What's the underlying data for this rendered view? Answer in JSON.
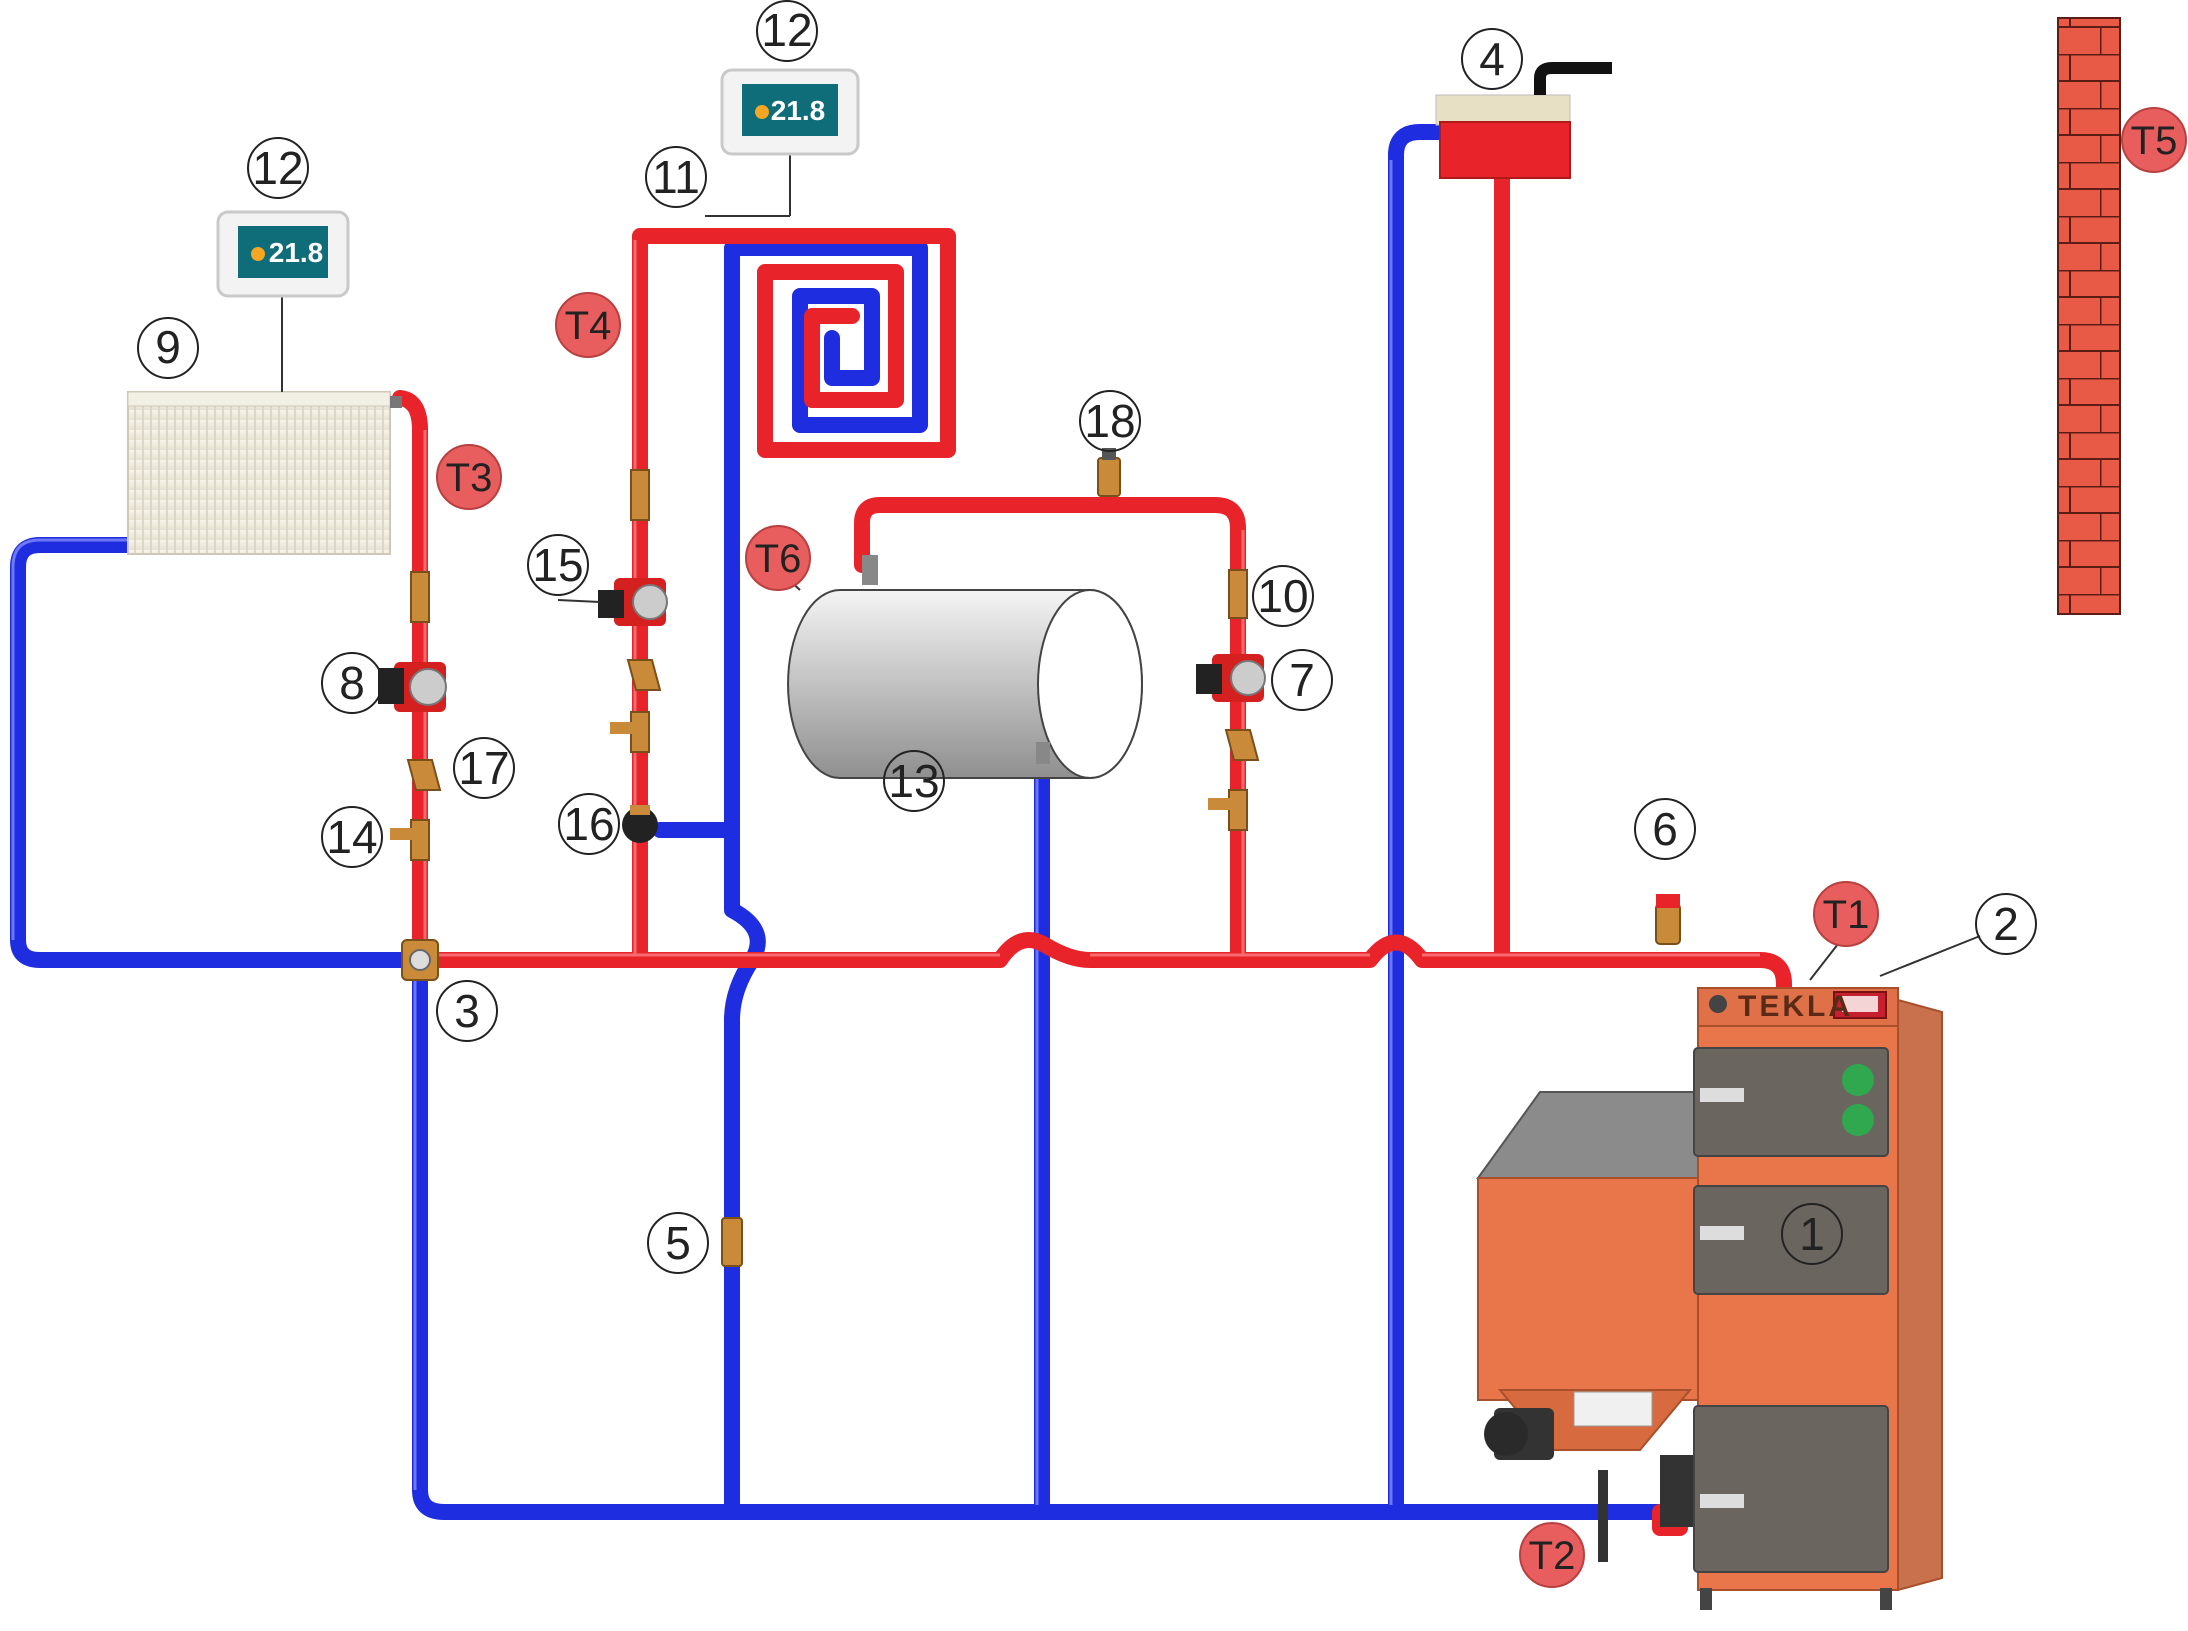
{
  "labels": {
    "boiler": "1",
    "controller": "2",
    "mixing_valve": "3",
    "expansion_tank": "4",
    "filter": "5",
    "safety_valve": "6",
    "pump_tank": "7",
    "pump_radiator": "8",
    "radiator": "9",
    "check_valve": "10",
    "floor_heating": "11",
    "room_thermostat_left": "12",
    "room_thermostat_right": "12",
    "water_tank": "13",
    "ball_valve": "14",
    "pump_floor": "15",
    "floor_mixing_valve": "16",
    "strainer": "17",
    "air_vent": "18"
  },
  "sensors": {
    "t1": "T1",
    "t2": "T2",
    "t3": "T3",
    "t4": "T4",
    "t5": "T5",
    "t6": "T6"
  },
  "thermostat": {
    "temperature": "21.8"
  },
  "boiler_brand": "TEKLA",
  "colors": {
    "hot_pipe": "#e8232a",
    "cold_pipe": "#1f2de0",
    "boiler_body": "#e8764a",
    "brick": "#e85a46",
    "sensor_badge": "#e85e5e",
    "brass": "#c98a3a"
  }
}
